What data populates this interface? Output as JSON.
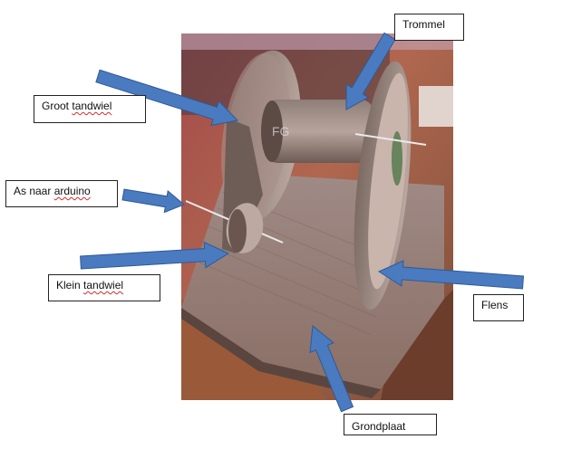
{
  "labels": {
    "trommel": "Trommel",
    "groot_prefix": "Groot ",
    "groot_word": "tandwiel",
    "as_prefix": "As naar ",
    "as_word": "arduino",
    "klein_prefix": "Klein ",
    "klein_word": "tandwiel",
    "flens": "Flens",
    "grondplaat": "Grondplaat"
  },
  "colors": {
    "arrow_fill": "#4a7bc0",
    "arrow_stroke": "#2f5a96",
    "spellcheck": "#d42a2a"
  }
}
